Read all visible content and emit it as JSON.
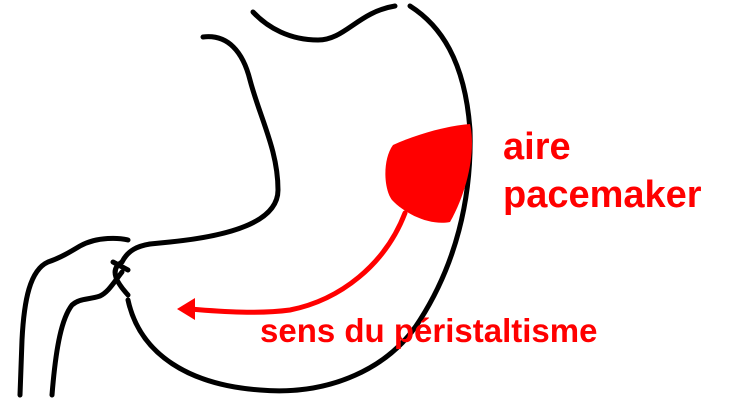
{
  "labels": {
    "pacemaker_line1": "aire",
    "pacemaker_line2": "pacemaker",
    "peristalsis": "sens du péristaltisme"
  },
  "colors": {
    "outline": "#000000",
    "accent": "#ff0000",
    "background": "#ffffff"
  }
}
